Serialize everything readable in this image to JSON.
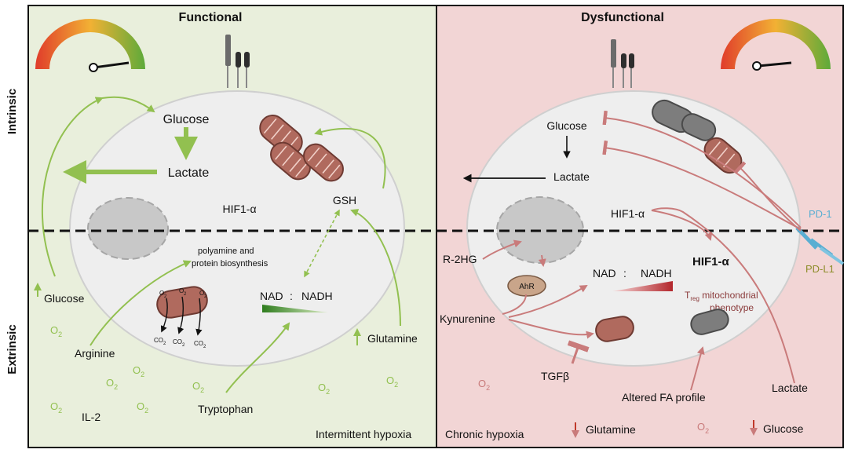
{
  "figure": {
    "panel_left_title": "Functional",
    "panel_right_title": "Dysfunctional",
    "side_intrinsic": "Intrinsic",
    "side_extrinsic": "Extrinsic"
  },
  "functional": {
    "glucose_in": "Glucose",
    "lactate_in": "Lactate",
    "hif": "HIF1-α",
    "gsh": "GSH",
    "polyamine_line1": "polyamine and",
    "polyamine_line2": "protein biosynthesis",
    "nad": "NAD",
    "colon": ":",
    "nadh": "NADH",
    "glucose_out": "Glucose",
    "arginine": "Arginine",
    "tryptophan": "Tryptophan",
    "glutamine": "Glutamine",
    "il2": "IL-2",
    "hypoxia": "Intermittent hypoxia",
    "o2": "O",
    "o2_sub": "2",
    "co2": "CO",
    "co2_sub": "2"
  },
  "dysfunctional": {
    "glucose_in": "Glucose",
    "lactate_in": "Lactate",
    "hif_small": "HIF1-α",
    "hif_big": "HIF1-α",
    "r2hg": "R-2HG",
    "ahr": "AhR",
    "nad": "NAD",
    "colon": ":",
    "nadh": "NADH",
    "kynurenine": "Kynurenine",
    "treg_t": "T",
    "treg_sub": "reg",
    "treg_rest": " mitochondrial",
    "treg_line2": "phenotype",
    "tgfb": "TGFβ",
    "fa_profile": "Altered FA profile",
    "lactate_out": "Lactate",
    "pd1": "PD-1",
    "pdl1": "PD-L1",
    "hypoxia": "Chronic  hypoxia",
    "glutamine": "Glutamine",
    "glucose_out": "Glucose",
    "o2": "O",
    "o2_sub": "2"
  },
  "colors": {
    "left_bg": "#e9efdc",
    "right_bg": "#f2d5d5",
    "cell": "#eeeeee",
    "green_arrow": "#92c050",
    "red_arrow": "#c97b7b",
    "mito": "#b06a5e",
    "mito_grey": "#7d7d7d",
    "pd1": "#5aaed2",
    "pdl1": "#8d8d2a"
  }
}
